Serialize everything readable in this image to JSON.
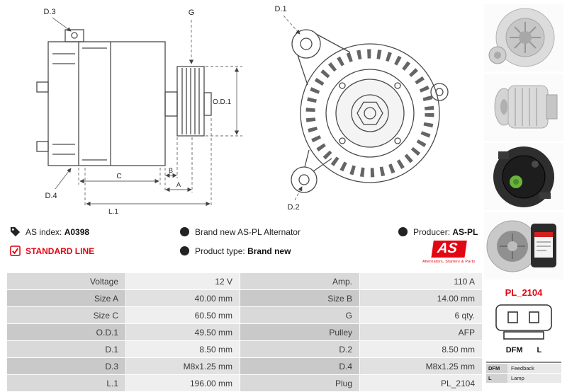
{
  "info": {
    "as_index_label": "AS index:",
    "as_index_value": "A0398",
    "brand_new_text": "Brand new AS-PL Alternator",
    "producer_label": "Producer:",
    "producer_value": "AS-PL",
    "standard_line": "STANDARD LINE",
    "product_type_label": "Product type:",
    "product_type_value": "Brand new"
  },
  "logo": {
    "text": "AS",
    "tagline": "Alternators, Starters & Parts"
  },
  "diagrams": {
    "side_view_labels": {
      "d3": "D.3",
      "g": "G",
      "od1": "O.D.1",
      "d4": "D.4",
      "c": "C",
      "b": "B",
      "a": "A",
      "l1": "L.1"
    },
    "front_view_labels": {
      "d1": "D.1",
      "d2": "D.2"
    }
  },
  "photos": [
    "alternator-photo-front",
    "alternator-photo-side",
    "alternator-photo-rear",
    "alternator-photo-angle"
  ],
  "plug": {
    "code": "PL_2104",
    "pin_left": "DFM",
    "pin_right": "L",
    "legend": [
      {
        "pin": "DFM",
        "desc": "Feedback"
      },
      {
        "pin": "L",
        "desc": "Lamp"
      }
    ]
  },
  "spec_table": {
    "rows": [
      {
        "label1": "Voltage",
        "value1": "12 V",
        "label2": "Amp.",
        "value2": "110 A"
      },
      {
        "label1": "Size A",
        "value1": "40.00 mm",
        "label2": "Size B",
        "value2": "14.00 mm"
      },
      {
        "label1": "Size C",
        "value1": "60.50 mm",
        "label2": "G",
        "value2": "6 qty."
      },
      {
        "label1": "O.D.1",
        "value1": "49.50 mm",
        "label2": "Pulley",
        "value2": "AFP"
      },
      {
        "label1": "D.1",
        "value1": "8.50 mm",
        "label2": "D.2",
        "value2": "8.50 mm"
      },
      {
        "label1": "D.3",
        "value1": "M8x1.25 mm",
        "label2": "D.4",
        "value2": "M8x1.25 mm"
      },
      {
        "label1": "L.1",
        "value1": "196.00 mm",
        "label2": "Plug",
        "value2": "PL_2104"
      }
    ]
  },
  "colors": {
    "accent_red": "#e30613",
    "row_label_bg": "#d9d9d9",
    "row_value_bg": "#efefef"
  }
}
